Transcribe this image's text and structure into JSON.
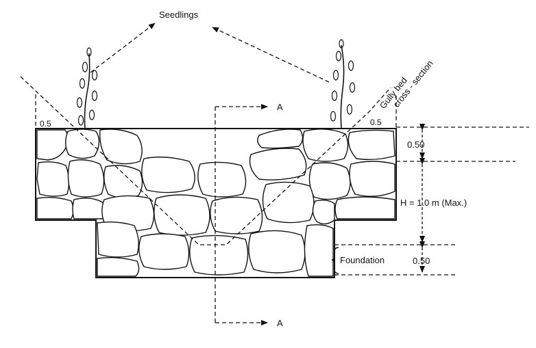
{
  "labels": {
    "seedlings": "Seedlings",
    "gully_bed_line1": "Gully bed",
    "gully_bed_line2": "cross - section",
    "section_a_top": "A",
    "section_a_bottom": "A",
    "dim_left_05": "0.5",
    "dim_right_05": "0.5",
    "dim_top_050": "0.50",
    "dim_height": "H = 1.0 m (Max.)",
    "foundation": "Foundation",
    "dim_bottom_050": "0.50"
  }
}
